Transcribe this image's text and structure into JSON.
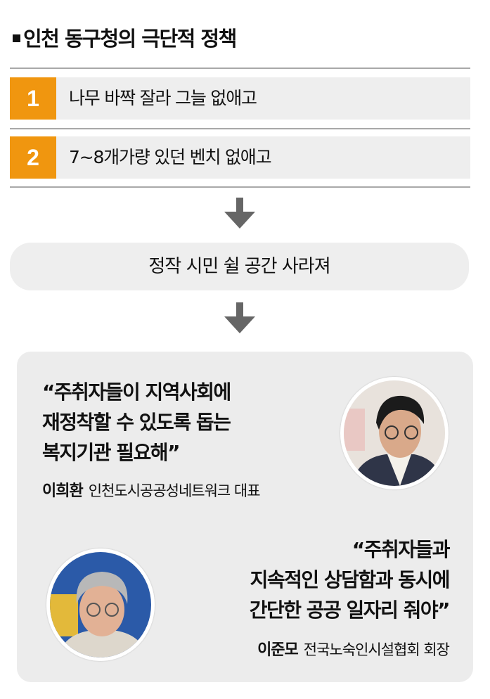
{
  "title": "인천 동구청의 극단적 정책",
  "policies": [
    {
      "number": "1",
      "text": "나무 바짝 잘라 그늘 없애고"
    },
    {
      "number": "2",
      "text": "7~8개가량 있던 벤치 없애고"
    }
  ],
  "result": "정작 시민 쉴 공간 사라져",
  "quotes": [
    {
      "lines": [
        "“주취자들이 지역사회에",
        "재정착할 수 있도록 돕는",
        "복지기관 필요해”"
      ],
      "name": "이희환",
      "role": "인천도시공공성네트워크 대표"
    },
    {
      "lines": [
        "“주취자들과",
        "지속적인 상담함과 동시에",
        "간단한 공공 일자리 줘야”"
      ],
      "name": "이준모",
      "role": "전국노숙인시설협회 회장"
    }
  ],
  "colors": {
    "accent": "#f0960f",
    "panel": "#eeeeee"
  }
}
